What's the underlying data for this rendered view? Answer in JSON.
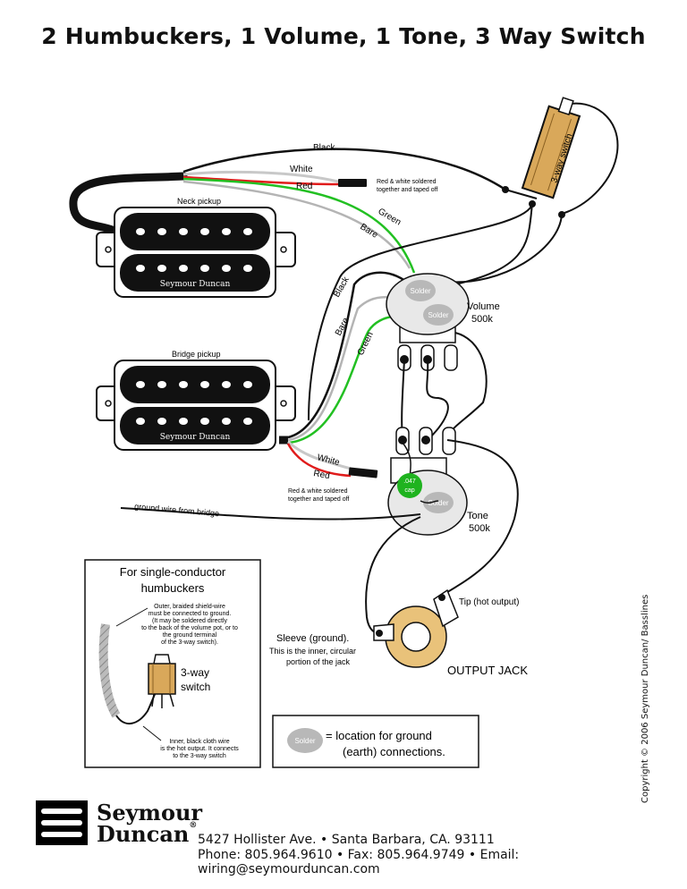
{
  "title": "2 Humbuckers, 1 Volume, 1 Tone, 3 Way Switch",
  "labels": {
    "black_top": "Black",
    "white_top": "White",
    "red_top": "Red",
    "green_top": "Green",
    "bare_top": "Bare",
    "red_white_neck": [
      "Red & white soldered",
      "together and taped off"
    ],
    "neck_pickup": "Neck pickup",
    "bridge_pickup": "Bridge pickup",
    "seymour_duncan": "Seymour Duncan",
    "switch_label": "3-way switch",
    "solder": "Solder",
    "volume": [
      "Volume",
      "500k"
    ],
    "tone": [
      "Tone",
      "500k"
    ],
    "black_mid": "Black",
    "bare_mid": "Bare",
    "green_mid": "Green",
    "white_bottom": "White",
    "red_bottom": "Red",
    "red_white_bridge": [
      "Red & white soldered",
      "together and taped off"
    ],
    "cap_value": [
      ".047",
      "cap"
    ],
    "ground_wire": "ground wire from bridge",
    "tip": "Tip (hot output)",
    "sleeve": [
      "Sleeve (ground).",
      "This is the inner, circular",
      "portion of the jack"
    ],
    "output_jack": "OUTPUT JACK"
  },
  "inset": {
    "heading": [
      "For single-conductor",
      "humbuckers"
    ],
    "note_outer": [
      "Outer, braided shield-wire",
      "must be connected to ground.",
      "(It may be soldered directly",
      "to the back of the volume pot, or to",
      "the ground terminal",
      "of the 3-way switch)."
    ],
    "switch_label": [
      "3-way",
      "switch"
    ],
    "note_inner": [
      "Inner, black cloth wire",
      "is the hot output.  It connects",
      "to the 3-way switch"
    ]
  },
  "legend": {
    "solder": "Solder",
    "text": [
      "= location for ground",
      "(earth) connections."
    ]
  },
  "footer": {
    "logo_line1": "Seymour",
    "logo_line2": "Duncan",
    "logo_reg": "®",
    "address": "5427 Hollister Ave. • Santa Barbara, CA. 93111",
    "contact": "Phone: 805.964.9610 • Fax: 805.964.9749 • Email: wiring@seymourduncan.com",
    "copyright": "Copyright © 2006 Seymour Duncan/ Basslines"
  },
  "colors": {
    "black_wire": "#111111",
    "white_wire": "#c8c8c8",
    "red_wire": "#e01b1b",
    "green_wire": "#22c022",
    "bare_wire": "#b4b4b4",
    "switch_body": "#d9a85a",
    "cap": "#1fb31f",
    "jack_ring": "#e9c27a"
  }
}
